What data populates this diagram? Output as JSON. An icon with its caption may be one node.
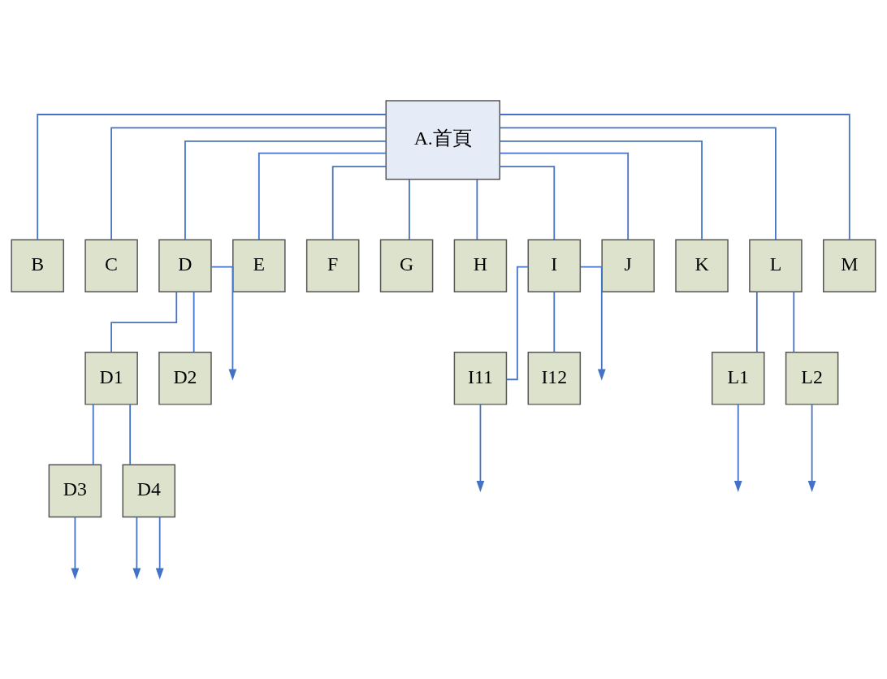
{
  "diagram": {
    "nodes": [
      {
        "text": [
          "A.首頁"
        ]
      },
      {
        "text": [
          "B"
        ]
      },
      {
        "text": [
          "C"
        ]
      },
      {
        "text": [
          "D"
        ]
      },
      {
        "text": [
          "E"
        ]
      },
      {
        "text": [
          "F"
        ]
      },
      {
        "text": [
          "G"
        ]
      },
      {
        "text": [
          "H"
        ]
      },
      {
        "text": [
          "I"
        ]
      },
      {
        "text": [
          "J"
        ]
      },
      {
        "text": [
          "K"
        ]
      },
      {
        "text": [
          "L"
        ]
      },
      {
        "text": [
          "M"
        ]
      },
      {
        "text": [
          "D1"
        ]
      },
      {
        "text": [
          "D2"
        ]
      },
      {
        "text": [
          "I11"
        ]
      },
      {
        "text": [
          "I12"
        ]
      },
      {
        "text": [
          "L1"
        ]
      },
      {
        "text": [
          "L2"
        ]
      },
      {
        "text": [
          "D3"
        ]
      },
      {
        "text": [
          "D4"
        ]
      }
    ],
    "edges": [
      {
        "from": 0,
        "to": 1,
        "arrow": "none"
      },
      {
        "from": 0,
        "to": 2,
        "arrow": "none"
      },
      {
        "from": 0,
        "to": 3,
        "arrow": "none"
      },
      {
        "from": 0,
        "to": 4,
        "arrow": "none"
      },
      {
        "from": 0,
        "to": 5,
        "arrow": "none"
      },
      {
        "from": 0,
        "to": 6,
        "arrow": "none"
      },
      {
        "from": 0,
        "to": 7,
        "arrow": "none"
      },
      {
        "from": 0,
        "to": 8,
        "arrow": "none"
      },
      {
        "from": 0,
        "to": 9,
        "arrow": "none"
      },
      {
        "from": 0,
        "to": 10,
        "arrow": "none"
      },
      {
        "from": 0,
        "to": 11,
        "arrow": "none"
      },
      {
        "from": 0,
        "to": 12,
        "arrow": "none"
      },
      {
        "from": 3,
        "to": 13,
        "arrow": "none"
      },
      {
        "from": 3,
        "to": 14,
        "arrow": "none"
      },
      {
        "from": 3,
        "to": null,
        "arrow": "to"
      },
      {
        "from": 8,
        "to": 15,
        "arrow": "none"
      },
      {
        "from": 8,
        "to": 16,
        "arrow": "none"
      },
      {
        "from": 8,
        "to": null,
        "arrow": "to"
      },
      {
        "from": 11,
        "to": 17,
        "arrow": "none"
      },
      {
        "from": 11,
        "to": 18,
        "arrow": "none"
      },
      {
        "from": 13,
        "to": 19,
        "arrow": "none"
      },
      {
        "from": 13,
        "to": 20,
        "arrow": "none"
      },
      {
        "from": 19,
        "to": null,
        "arrow": "to"
      },
      {
        "from": 20,
        "to": null,
        "arrow": "to"
      },
      {
        "from": 20,
        "to": null,
        "arrow": "to"
      },
      {
        "from": 15,
        "to": null,
        "arrow": "to"
      },
      {
        "from": 17,
        "to": null,
        "arrow": "to"
      },
      {
        "from": 18,
        "to": null,
        "arrow": "to"
      }
    ]
  }
}
